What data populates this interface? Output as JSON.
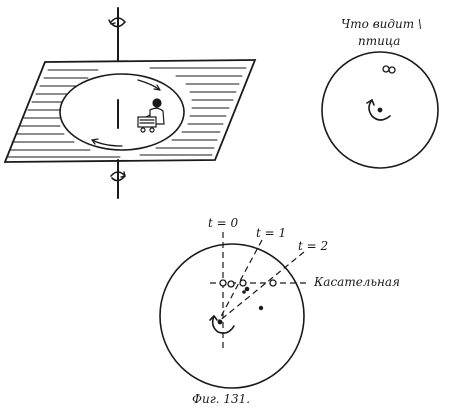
{
  "colors": {
    "ink": "#1a1a1a",
    "paper": "#ffffff"
  },
  "labels": {
    "bird_view_line1": "Что видит \\",
    "bird_view_line2": "птица",
    "t0": "t = 0",
    "t1": "t = 1",
    "t2": "t = 2",
    "tangent": "Касательная",
    "caption": "Фиг. 131."
  },
  "icons": {
    "rotation_marker": "curved-arrow-icon",
    "ball": "ball-icon",
    "person": "person-icon"
  }
}
